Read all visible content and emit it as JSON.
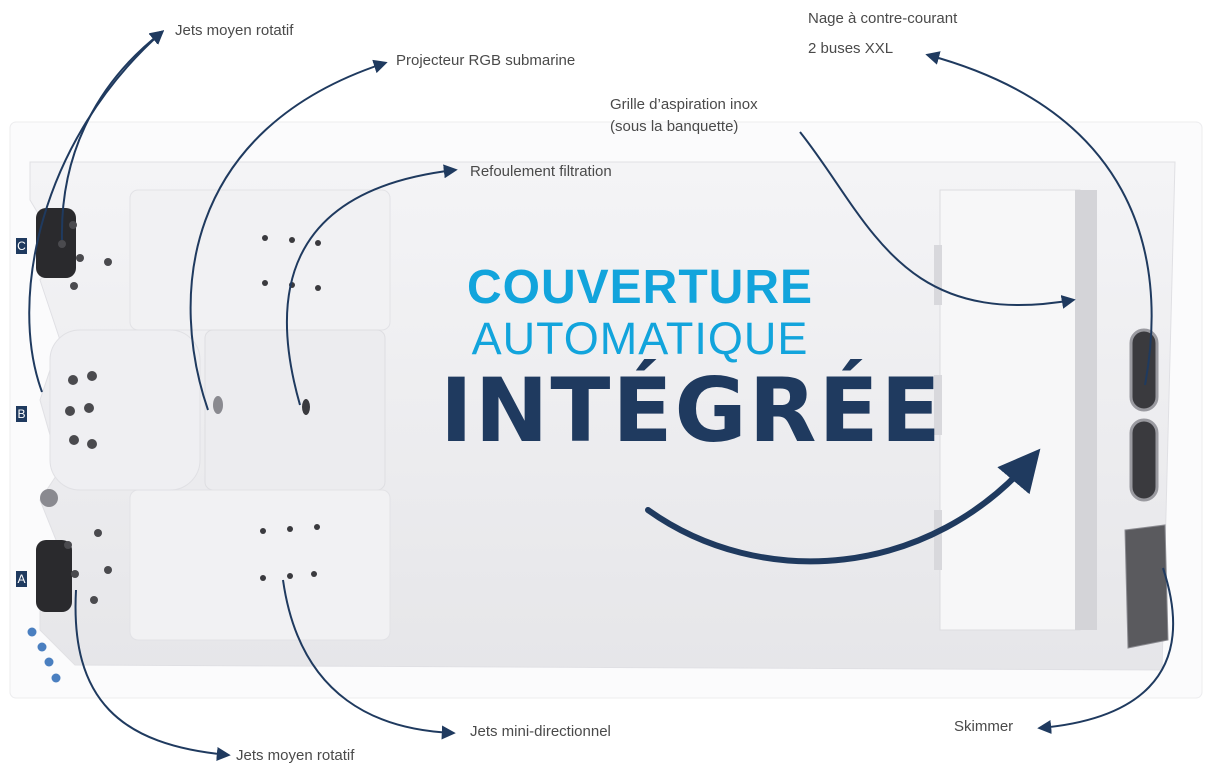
{
  "labels": {
    "jets_top": "Jets moyen rotatif",
    "projector": "Projecteur RGB submarine",
    "swim_line1": "Nage à contre-courant",
    "swim_line2": "2 buses XXL",
    "grille_line1": "Grille d’aspiration inox",
    "grille_line2": "(sous la banquette)",
    "refoulement": "Refoulement filtration",
    "mini_jets": "Jets mini-directionnel",
    "skimmer": "Skimmer",
    "jets_bottom": "Jets moyen rotatif"
  },
  "zones": {
    "a": "A",
    "b": "B",
    "c": "C"
  },
  "headline": {
    "line1": "COUVERTURE",
    "line2": "AUTOMATIQUE",
    "line3": "INTÉGRÉE"
  },
  "colors": {
    "arrow": "#1f3a5f",
    "headline_blue": "#12a4dc",
    "headline_navy": "#1f3a5f",
    "tub_shell": "#ececee"
  }
}
